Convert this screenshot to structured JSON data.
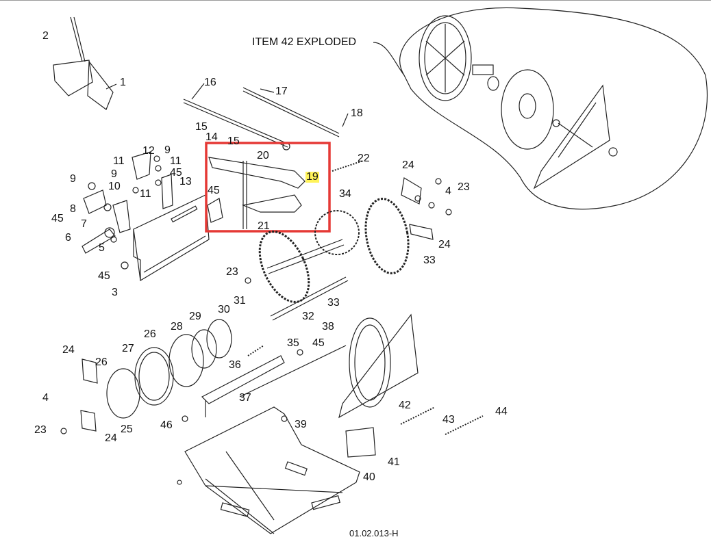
{
  "diagram": {
    "exploded_label": "ITEM 42 EXPLODED",
    "drawing_code": "01.02.013-H",
    "highlight_color": "#e53935",
    "highlighted_part": "19",
    "callouts": [
      "2",
      "1",
      "16",
      "17",
      "18",
      "15",
      "14",
      "15",
      "20",
      "19",
      "22",
      "12",
      "9",
      "11",
      "11",
      "9",
      "45",
      "13",
      "9",
      "10",
      "11",
      "45",
      "21",
      "34",
      "24",
      "4",
      "23",
      "8",
      "45",
      "7",
      "6",
      "5",
      "24",
      "33",
      "45",
      "23",
      "3",
      "33",
      "31",
      "30",
      "29",
      "32",
      "28",
      "26",
      "38",
      "35",
      "45",
      "27",
      "24",
      "26",
      "36",
      "4",
      "37",
      "42",
      "44",
      "43",
      "46",
      "39",
      "23",
      "25",
      "24",
      "41",
      "40"
    ]
  }
}
